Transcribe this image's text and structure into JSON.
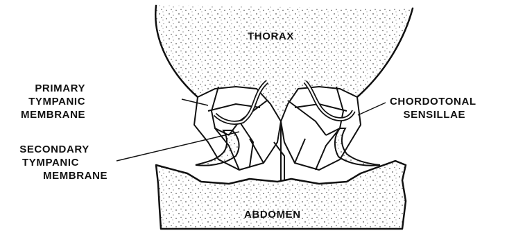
{
  "labels": {
    "thorax": "THORAX",
    "abdomen": "ABDOMEN",
    "primary_tympanic_membrane": [
      "PRIMARY",
      "TYMPANIC",
      "MEMBRANE"
    ],
    "secondary_tympanic_membrane": [
      "SECONDARY",
      "TYMPANIC",
      "MEMBRANE"
    ],
    "chordotonal_sensillae": [
      "CHORDOTONAL",
      "SENSILLAE"
    ]
  },
  "colors": {
    "ink": "#111111",
    "stipple": "#5a5a5a",
    "background": "#ffffff"
  }
}
